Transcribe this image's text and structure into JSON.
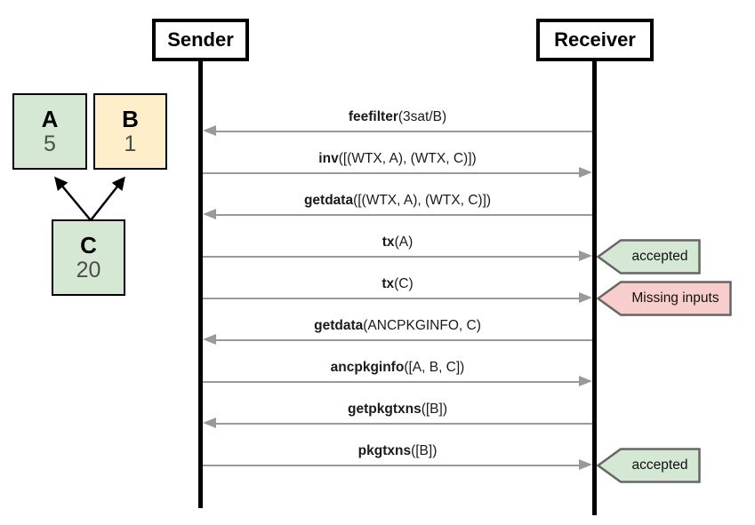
{
  "diagram": {
    "actors": [
      {
        "id": "sender",
        "label": "Sender"
      },
      {
        "id": "receiver",
        "label": "Receiver"
      }
    ],
    "dag": {
      "nodes": [
        {
          "id": "A",
          "label": "A",
          "value": "5",
          "color": "green"
        },
        {
          "id": "B",
          "label": "B",
          "value": "1",
          "color": "yellow"
        },
        {
          "id": "C",
          "label": "C",
          "value": "20",
          "color": "green"
        }
      ],
      "edges": [
        {
          "from": "C",
          "to": "A"
        },
        {
          "from": "C",
          "to": "B"
        }
      ]
    },
    "messages": [
      {
        "name": "feefilter",
        "args": "(3sat/B)",
        "direction": "to-sender",
        "tag": null
      },
      {
        "name": "inv",
        "args": "([(WTX, A), (WTX, C)])",
        "direction": "to-receiver",
        "tag": null
      },
      {
        "name": "getdata",
        "args": "([(WTX, A), (WTX, C)])",
        "direction": "to-sender",
        "tag": null
      },
      {
        "name": "tx",
        "args": "(A)",
        "direction": "to-receiver",
        "tag": {
          "text": "accepted",
          "status": "success"
        }
      },
      {
        "name": "tx",
        "args": "(C)",
        "direction": "to-receiver",
        "tag": {
          "text": "Missing inputs",
          "status": "error"
        }
      },
      {
        "name": "getdata",
        "args": "(ANCPKGINFO, C)",
        "direction": "to-sender",
        "tag": null
      },
      {
        "name": "ancpkginfo",
        "args": "([A, B, C])",
        "direction": "to-receiver",
        "tag": null
      },
      {
        "name": "getpkgtxns",
        "args": "([B])",
        "direction": "to-sender",
        "tag": null
      },
      {
        "name": "pkgtxns",
        "args": "([B])",
        "direction": "to-receiver",
        "tag": {
          "text": "accepted",
          "status": "success"
        }
      }
    ],
    "colors": {
      "node_green": "#d5e8d4",
      "node_yellow": "#ffeeca",
      "tag_success_fill": "#d5e8d4",
      "tag_error_fill": "#f8cecc",
      "tag_border": "#666666",
      "message_arrow": "#999999",
      "lifeline": "#000000",
      "value_text": "#4d4d4d"
    }
  }
}
